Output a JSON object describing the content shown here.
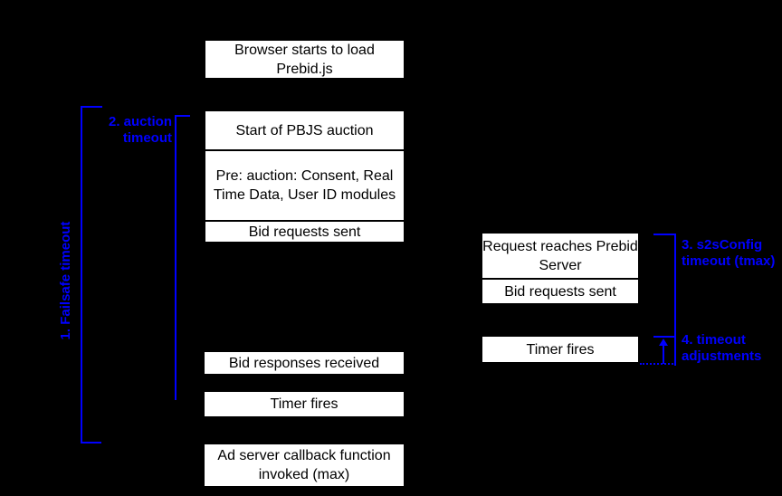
{
  "colors": {
    "background": "#000000",
    "box_background": "#ffffff",
    "box_text": "#000000",
    "box_separator": "#000000",
    "annotation_blue": "#0000ff"
  },
  "client_timeline": {
    "browser_load": "Browser starts to load Prebid.js",
    "auction_group": {
      "start": "Start of PBJS auction",
      "pre_auction": "Pre: auction: Consent, Real Time Data, User ID modules",
      "bid_requests_sent": "Bid requests sent"
    },
    "bid_responses_received": "Bid responses received",
    "timer_fires": "Timer fires",
    "ad_server_callback": "Ad server callback function invoked (max)"
  },
  "server_timeline": {
    "request_group": {
      "request_reaches": "Request reaches Prebid Server",
      "bid_requests_sent": "Bid requests sent"
    },
    "timer_fires": "Timer fires"
  },
  "annotations": {
    "failsafe_timeout": "1. Failsafe timeout",
    "auction_timeout": "2. auction\ntimeout",
    "s2s_config_timeout": "3. s2sConfig\ntimeout (tmax)",
    "timeout_adjustments": "4. timeout\nadjustments"
  }
}
